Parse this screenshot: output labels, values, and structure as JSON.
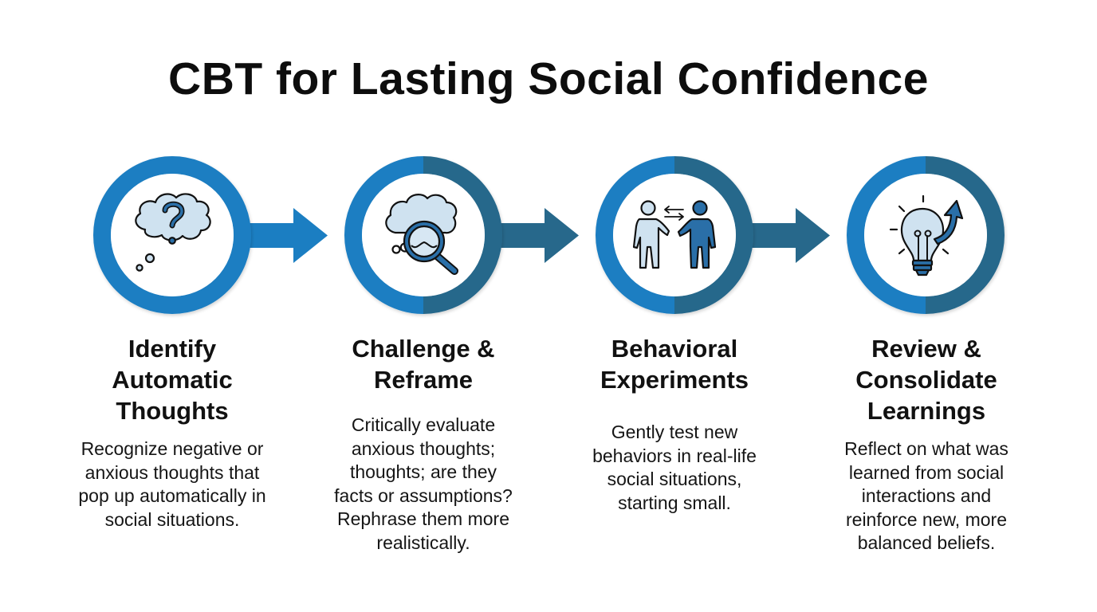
{
  "title": "CBT for Lasting Social Confidence",
  "colors": {
    "ring_light": "#1B7EC2",
    "ring_dark": "#27688B",
    "icon_fill_light": "#CFE2F0",
    "icon_fill_dark": "#2A6FA8",
    "icon_outline": "#111111",
    "text": "#111111",
    "background": "#FFFFFF"
  },
  "steps": [
    {
      "icon": "thought-cloud-question-icon",
      "heading": "Identify\nAutomatic\nThoughts",
      "body": "Recognize negative or\nanxious thoughts that\npop up automatically in\nsocial situations."
    },
    {
      "icon": "magnifying-glass-thought-icon",
      "heading": "Challenge &\nReframe",
      "body": "Critically evaluate\nanxious thoughts;\nthoughts; are they\nfacts or assumptions?\nRephrase them more\nrealistically."
    },
    {
      "icon": "two-people-exchange-icon",
      "heading": "Behavioral\nExperiments",
      "body": "Gently test new\nbehaviors in real-life\nsocial situations,\nstarting small."
    },
    {
      "icon": "lightbulb-growth-arrow-icon",
      "heading": "Review &\nConsolidate\nLearnings",
      "body": "Reflect on what was\nlearned from social\ninteractions and\nreinforce new, more\nbalanced beliefs."
    }
  ],
  "connectors": [
    {
      "from": 1,
      "to": 2,
      "icon": "arrow-right-icon"
    },
    {
      "from": 2,
      "to": 3,
      "icon": "arrow-right-icon"
    },
    {
      "from": 3,
      "to": 4,
      "icon": "arrow-right-icon"
    }
  ]
}
